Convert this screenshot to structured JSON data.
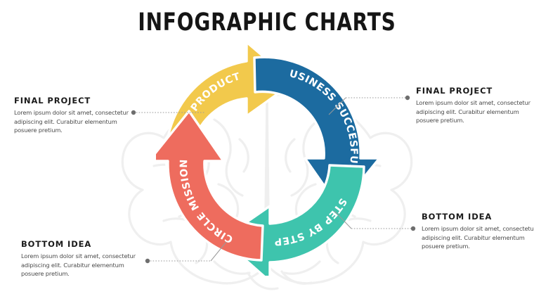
{
  "page": {
    "title": "INFOGRAPHIC CHARTS",
    "background": "#ffffff"
  },
  "colors": {
    "yellow": "#F2C94C",
    "blue": "#1C6BA0",
    "teal": "#3EC4AD",
    "red": "#EE6C5E",
    "text_heading": "#1b1b1b",
    "text_body": "#4a4a4a",
    "connector": "#8d8d8d",
    "watermark": "#F1F1F1"
  },
  "wheel": {
    "segments": [
      {
        "key": "profitable-product",
        "label": "PROFITABLE PRODUCT",
        "color": "#F2C94C",
        "position": "top-left",
        "direction": "clockwise-to-top-right"
      },
      {
        "key": "business-succesfully",
        "label": "BUSINESS SUCCESFULLY",
        "color": "#1C6BA0",
        "position": "top-right",
        "direction": "clockwise-to-bottom"
      },
      {
        "key": "step-by-step",
        "label": "STEP BY STEP",
        "color": "#3EC4AD",
        "position": "bottom-right",
        "direction": "clockwise-to-left"
      },
      {
        "key": "circle-mission",
        "label": "CIRCLE MISSION",
        "color": "#EE6C5E",
        "position": "bottom-left",
        "direction": "clockwise-to-top"
      }
    ]
  },
  "callouts": {
    "top_left": {
      "heading": "FINAL PROJECT",
      "body": "Lorem ipsum dolor sit amet, consectetur adipiscing elit. Curabitur elementum posuere pretium."
    },
    "top_right": {
      "heading": "FINAL PROJECT",
      "body": "Lorem ipsum dolor sit amet, consectetur adipiscing elit. Curabitur elementum posuere pretium."
    },
    "bottom_right": {
      "heading": "BOTTOM IDEA",
      "body": "Lorem ipsum dolor sit amet, consectetur adipiscing elit. Curabitur elementum posuere pretium."
    },
    "bottom_left": {
      "heading": "BOTTOM IDEA",
      "body": "Lorem ipsum dolor sit amet, consectetur adipiscing elit. Curabitur elementum posuere pretium."
    }
  },
  "watermark": {
    "icon": "brain-illustration"
  }
}
